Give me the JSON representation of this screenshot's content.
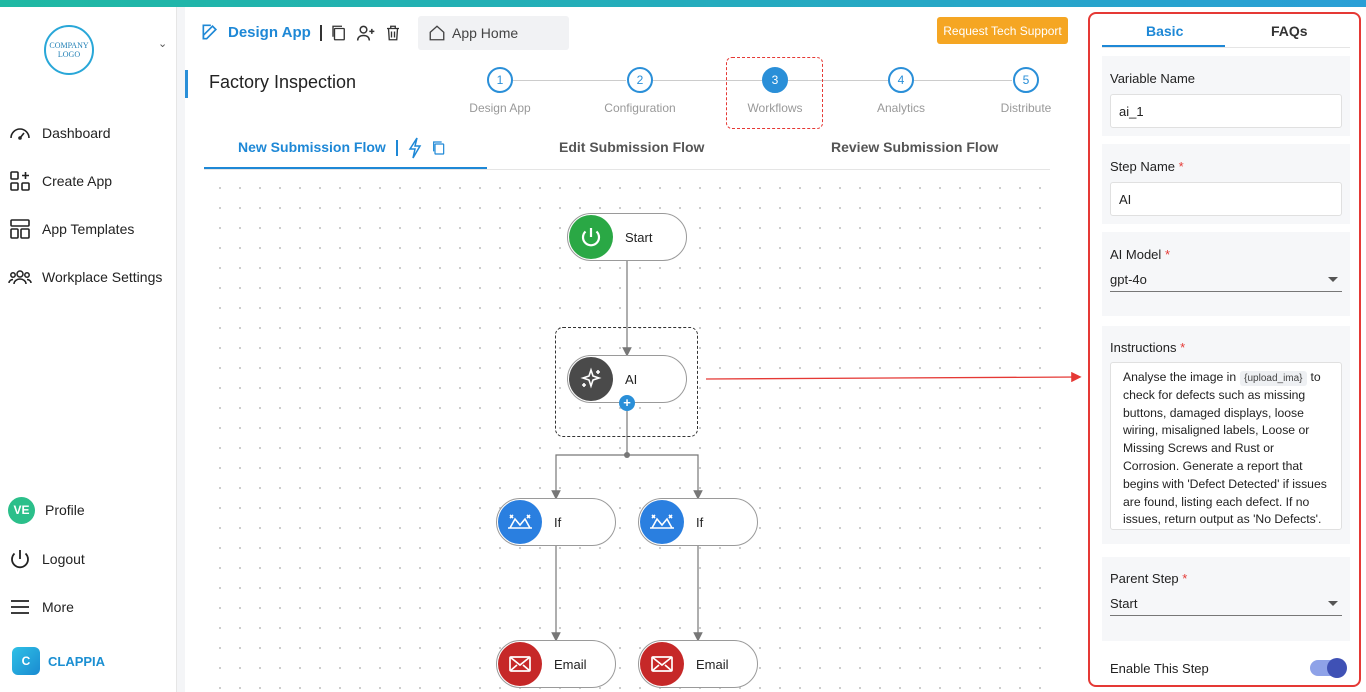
{
  "sidebar": {
    "logo_text": "COMPANY LOGO",
    "items": [
      {
        "label": "Dashboard",
        "icon": "dashboard-icon"
      },
      {
        "label": "Create App",
        "icon": "create-app-icon"
      },
      {
        "label": "App Templates",
        "icon": "templates-icon"
      },
      {
        "label": "Workplace Settings",
        "icon": "users-icon"
      }
    ],
    "profile": {
      "initials": "VE",
      "label": "Profile"
    },
    "logout_label": "Logout",
    "more_label": "More",
    "brand": "CLAPPIA"
  },
  "header": {
    "design_app_label": "Design App",
    "app_home_label": "App Home",
    "tech_support_label": "Request Tech Support",
    "app_title": "Factory Inspection"
  },
  "stepper": [
    {
      "number": "1",
      "label": "Design App"
    },
    {
      "number": "2",
      "label": "Configuration"
    },
    {
      "number": "3",
      "label": "Workflows",
      "active": true
    },
    {
      "number": "4",
      "label": "Analytics"
    },
    {
      "number": "5",
      "label": "Distribute"
    }
  ],
  "flow_tabs": [
    "New Submission Flow",
    "Edit Submission Flow",
    "Review Submission Flow"
  ],
  "nodes": {
    "start": "Start",
    "ai": "AI",
    "if_left": "If",
    "if_right": "If",
    "email_left": "Email",
    "email_right": "Email"
  },
  "panel": {
    "tabs": [
      "Basic",
      "FAQs"
    ],
    "variable_name": {
      "label": "Variable Name",
      "value": "ai_1"
    },
    "step_name": {
      "label": "Step Name",
      "required": "*",
      "value": "AI"
    },
    "ai_model": {
      "label": "AI Model",
      "required": "*",
      "value": "gpt-4o"
    },
    "instructions": {
      "label": "Instructions",
      "required": "*",
      "pre": "Analyse the image in",
      "chip": "{upload_ima}",
      "post": "to check for defects such as missing buttons, damaged displays, loose wiring, misaligned labels, Loose or Missing Screws and Rust or Corrosion. Generate a report that begins with 'Defect Detected' if issues are found, listing each defect. If no issues, return output as 'No Defects'."
    },
    "parent_step": {
      "label": "Parent Step",
      "required": "*",
      "value": "Start"
    },
    "enable_step": {
      "label": "Enable This Step",
      "enabled": true
    }
  },
  "colors": {
    "accent": "#1e88d6",
    "highlight": "#e53935",
    "tech_button": "#f5a623",
    "start_node": "#2aa845",
    "ai_node": "#4a4a4a",
    "if_node": "#2a7fe0",
    "email_node": "#c62828"
  }
}
